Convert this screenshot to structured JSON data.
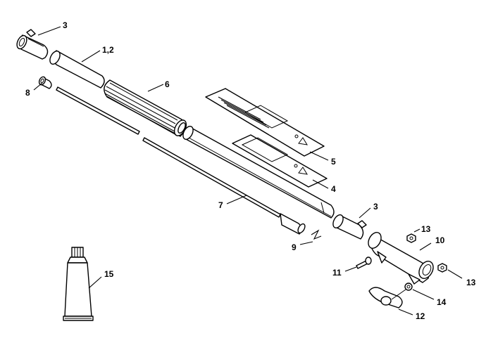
{
  "labels": {
    "p3a": "3",
    "p12": "1,2",
    "p6": "6",
    "p8": "8",
    "p5": "5",
    "p4": "4",
    "p7": "7",
    "p3b": "3",
    "p9": "9",
    "p13a": "13",
    "p10": "10",
    "p13b": "13",
    "p11": "11",
    "p14": "14",
    "p12b": "12",
    "p15": "15"
  }
}
